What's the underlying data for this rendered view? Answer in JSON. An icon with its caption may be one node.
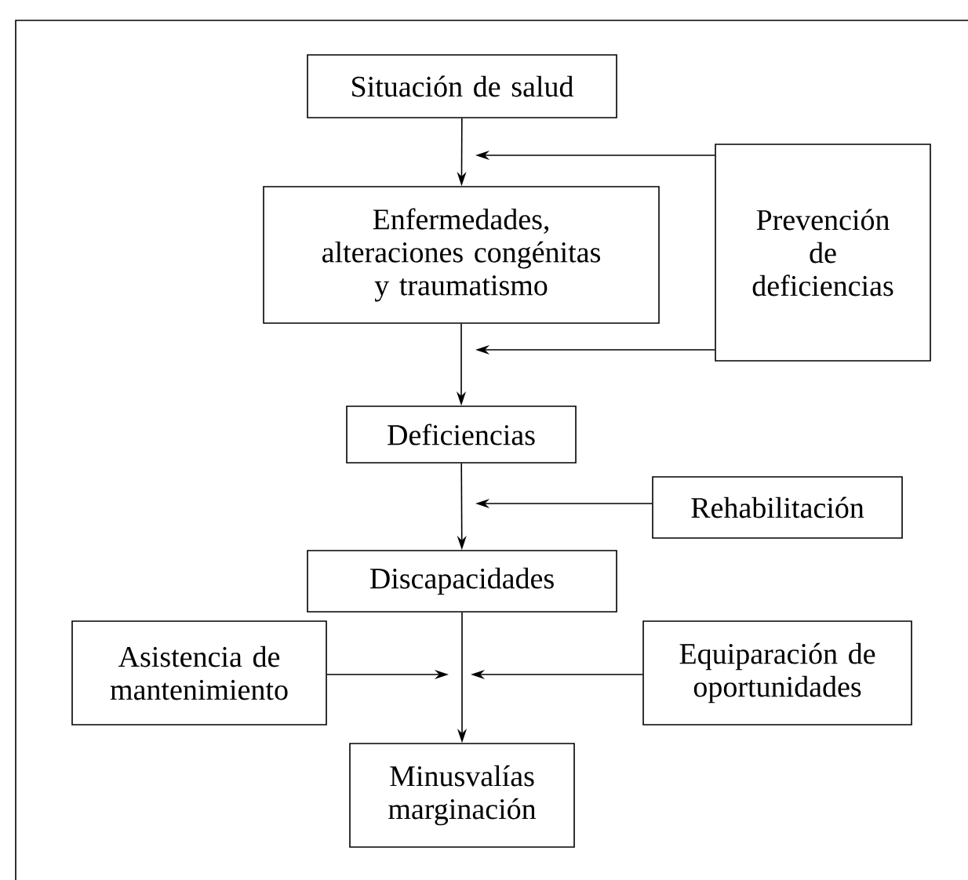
{
  "diagram": {
    "nodes": [
      {
        "text": [
          "Situación de salud"
        ]
      },
      {
        "text": [
          "Enfermedades, alteraciones congénitas y traumatismo"
        ]
      },
      {
        "text": [
          "Prevención de deficiencias"
        ]
      },
      {
        "text": [
          "Deficiencias"
        ]
      },
      {
        "text": [
          "Rehabilitación"
        ]
      },
      {
        "text": [
          "Discapacidades"
        ]
      },
      {
        "text": [
          "Asistencia de mantenimiento"
        ]
      },
      {
        "text": [
          "Equiparación de oportunidades"
        ]
      },
      {
        "text": [
          "Minusvalías marginación"
        ]
      }
    ],
    "edges": [
      {
        "from": 0,
        "to": 1,
        "arrow": "to"
      },
      {
        "from": 2,
        "to": null,
        "arrow": "to"
      },
      {
        "from": 2,
        "to": null,
        "arrow": "to"
      },
      {
        "from": 1,
        "to": 3,
        "arrow": "to"
      },
      {
        "from": 4,
        "to": null,
        "arrow": "to"
      },
      {
        "from": 3,
        "to": 5,
        "arrow": "to"
      },
      {
        "from": 6,
        "to": null,
        "arrow": "to"
      },
      {
        "from": 7,
        "to": null,
        "arrow": "to"
      },
      {
        "from": 5,
        "to": 8,
        "arrow": "to"
      }
    ]
  }
}
